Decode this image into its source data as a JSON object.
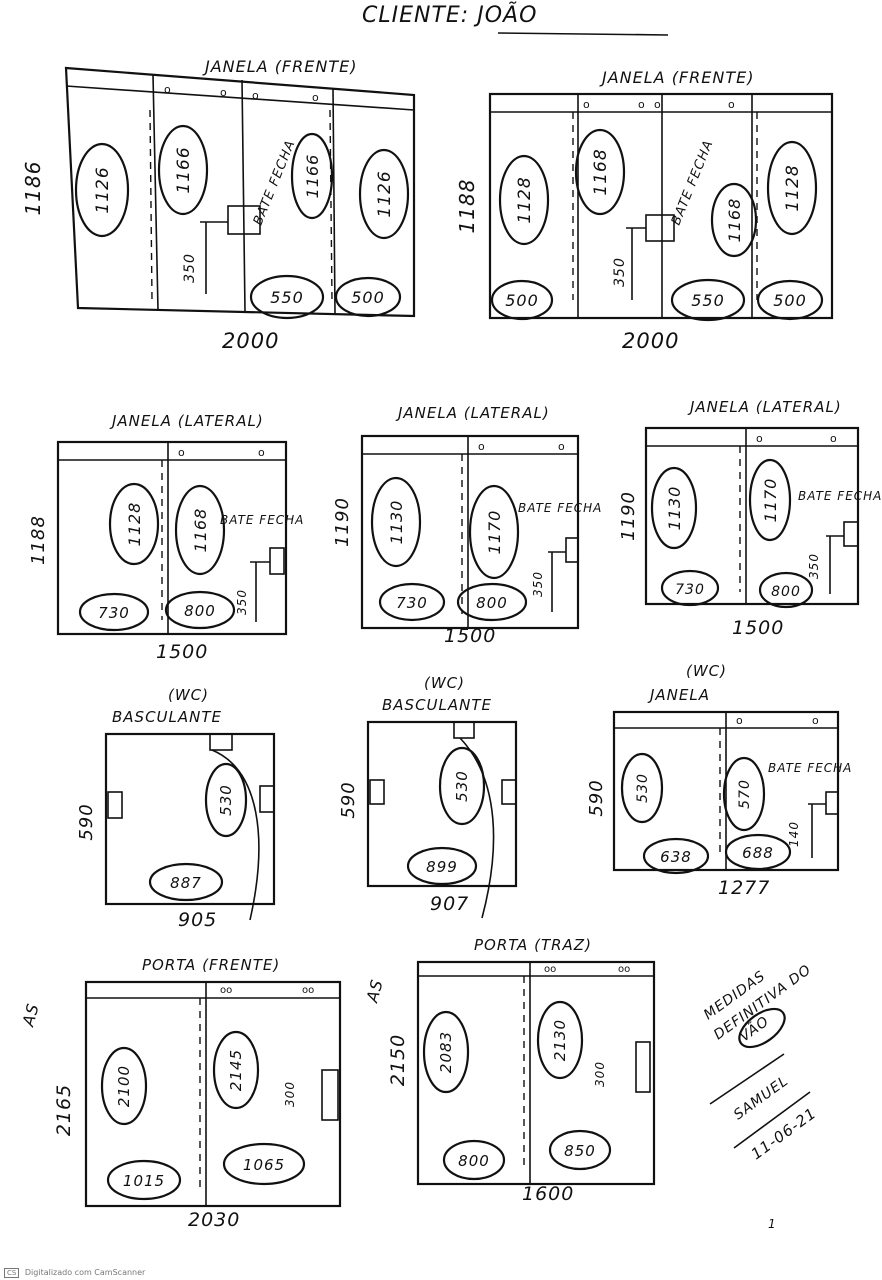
{
  "header": {
    "client_title": "CLIENTE: JOÃO"
  },
  "windows": [
    {
      "title": "JANELA (FRENTE)",
      "height": "1186",
      "width": "2000",
      "leaves": [
        "1126",
        "1166",
        "1166",
        "1126"
      ],
      "panels": [
        "550",
        "500"
      ],
      "note": "BATE FECHA",
      "handle": "350"
    },
    {
      "title": "JANELA (FRENTE)",
      "height": "1188",
      "width": "2000",
      "leaves": [
        "1128",
        "1168",
        "1168",
        "1128"
      ],
      "panels": [
        "500",
        "550",
        "500"
      ],
      "note": "BATE FECHA",
      "handle": "350"
    },
    {
      "title": "JANELA (LATERAL)",
      "height": "1188",
      "width": "1500",
      "leaves": [
        "1128",
        "1168"
      ],
      "panels": [
        "730",
        "800"
      ],
      "note": "BATE FECHA",
      "handle": "350"
    },
    {
      "title": "JANELA (LATERAL)",
      "height": "1190",
      "width": "1500",
      "leaves": [
        "1130",
        "1170"
      ],
      "panels": [
        "730",
        "800"
      ],
      "note": "BATE FECHA",
      "handle": "350"
    },
    {
      "title": "JANELA (LATERAL)",
      "height": "1190",
      "width": "1500",
      "leaves": [
        "1130",
        "1170"
      ],
      "panels": [
        "730",
        "800"
      ],
      "note": "BATE FECHA",
      "handle": "350"
    },
    {
      "title_top": "(WC)",
      "title": "BASCULANTE",
      "height": "590",
      "width": "905",
      "leaves": [
        "530"
      ],
      "panels": [
        "887"
      ]
    },
    {
      "title_top": "(WC)",
      "title": "BASCULANTE",
      "height": "590",
      "width": "907",
      "leaves": [
        "530"
      ],
      "panels": [
        "899"
      ]
    },
    {
      "title_top": "(WC)",
      "title": "JANELA",
      "height": "590",
      "width": "1277",
      "leaves": [
        "530",
        "570"
      ],
      "panels": [
        "638",
        "688"
      ],
      "note": "BATE FECHA",
      "handle": "140"
    },
    {
      "title": "PORTA (FRENTE)",
      "height": "2165",
      "width": "2030",
      "leaves": [
        "2100",
        "2145"
      ],
      "panels": [
        "1015",
        "1065"
      ],
      "handle": "300",
      "initials": "AS"
    },
    {
      "title": "PORTA (TRAZ)",
      "height": "2150",
      "width": "1600",
      "leaves": [
        "2083",
        "2130"
      ],
      "panels": [
        "800",
        "850"
      ],
      "handle": "300",
      "initials": "AS"
    }
  ],
  "notes": {
    "lines": [
      "MEDIDAS",
      "DEFINITIVA DO",
      "VÃO"
    ],
    "signature": "SAMUEL",
    "date": "11-06-21"
  },
  "footer": {
    "page_mark": "1",
    "scan_label": "Digitalizado com CamScanner",
    "scan_logo": "CS"
  }
}
